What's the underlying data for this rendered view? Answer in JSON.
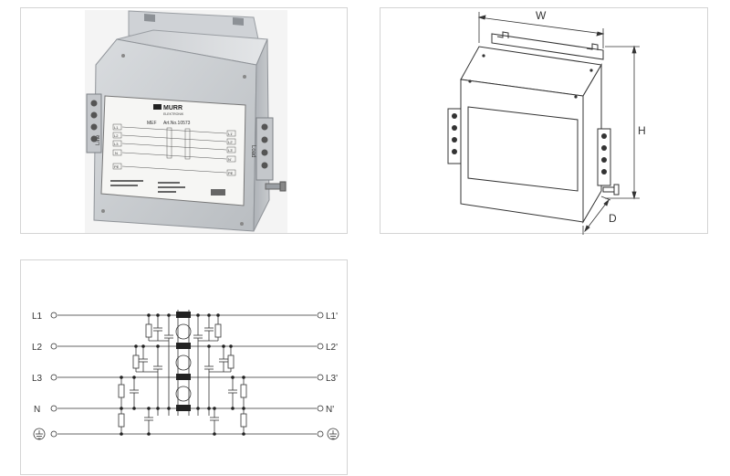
{
  "product_photo": {
    "brand": "MURR",
    "brand_sub": "ELEKTRONIK",
    "model": "MEF",
    "article": "Art.No.10573",
    "side_left": "Line",
    "side_right": "Load",
    "term_left": [
      "L1",
      "L2",
      "L3",
      "N",
      "PE"
    ],
    "term_right": [
      "L1'",
      "L2'",
      "L3'",
      "N'",
      "PE"
    ]
  },
  "dimension_drawing": {
    "width_label": "W",
    "height_label": "H",
    "depth_label": "D"
  },
  "schematic": {
    "left_labels": [
      "L1",
      "L2",
      "L3",
      "N"
    ],
    "right_labels": [
      "L1'",
      "L2'",
      "L3'",
      "N'"
    ]
  },
  "colors": {
    "border": "#d4d4d4",
    "line": "#333333"
  }
}
